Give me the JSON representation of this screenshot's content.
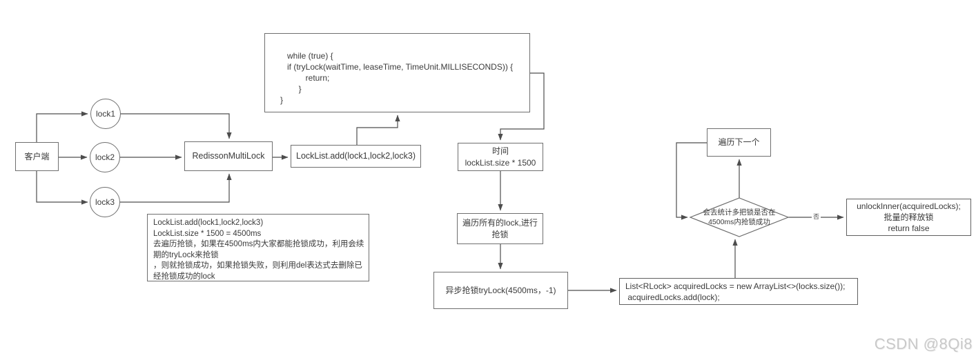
{
  "diagram": {
    "client_label": "客户端",
    "lock1_label": "lock1",
    "lock2_label": "lock2",
    "lock3_label": "lock3",
    "multilock_label": "RedissonMultiLock",
    "locklist_add_label": "LockList.add(lock1,lock2,lock3)",
    "code_block": "   while (true) {\n   if (tryLock(waitTime, leaseTime, TimeUnit.MILLISECONDS)) {\n           return;\n        }\n}",
    "note_block": "LockList.add(lock1,lock2,lock3)\nLockList.size * 1500 = 4500ms\n去遍历抢锁，如果在4500ms内大家都能抢锁成功，利用会续\n期的tryLock来抢锁\n，则就抢锁成功，如果抢锁失败，则利用del表达式去删除已\n经抢锁成功的lock",
    "time_box_label": "时间\nlockList.size * 1500",
    "iterate_box_label": "遍历所有的lock,进行\n抢锁",
    "async_box_label": "异步抢锁tryLock(4500ms，-1)",
    "list_code_block": "List<RLock> acquiredLocks = new ArrayList<>(locks.size());\n acquiredLocks.add(lock);",
    "decision_label": "会去统计多把锁是否在\n4500ms内抢锁成功",
    "next_box_label": "遍历下一个",
    "unlock_box_label": "unlockInner(acquiredLocks);\n批量的释放锁\nreturn false",
    "no_edge_label": "否",
    "watermark": "CSDN @8Qi8"
  },
  "colors": {
    "line": "#4d4d4d",
    "border": "#6e6e6e",
    "text": "#3a3a3a",
    "watermark": "#c9c9c9"
  }
}
